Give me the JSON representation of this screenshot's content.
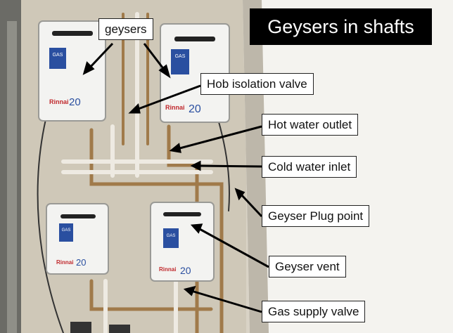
{
  "title": "Geysers in shafts",
  "labels": {
    "geysers": "geysers",
    "hob_isolation_valve": "Hob isolation valve",
    "hot_water_outlet": "Hot water outlet",
    "cold_water_inlet": "Cold water inlet",
    "geyser_plug_point": "Geyser Plug point",
    "geyser_vent": "Geyser vent",
    "gas_supply_valve": "Gas supply valve"
  },
  "units": {
    "brand": "Rinnai",
    "model": "20",
    "badge": "GAS"
  }
}
